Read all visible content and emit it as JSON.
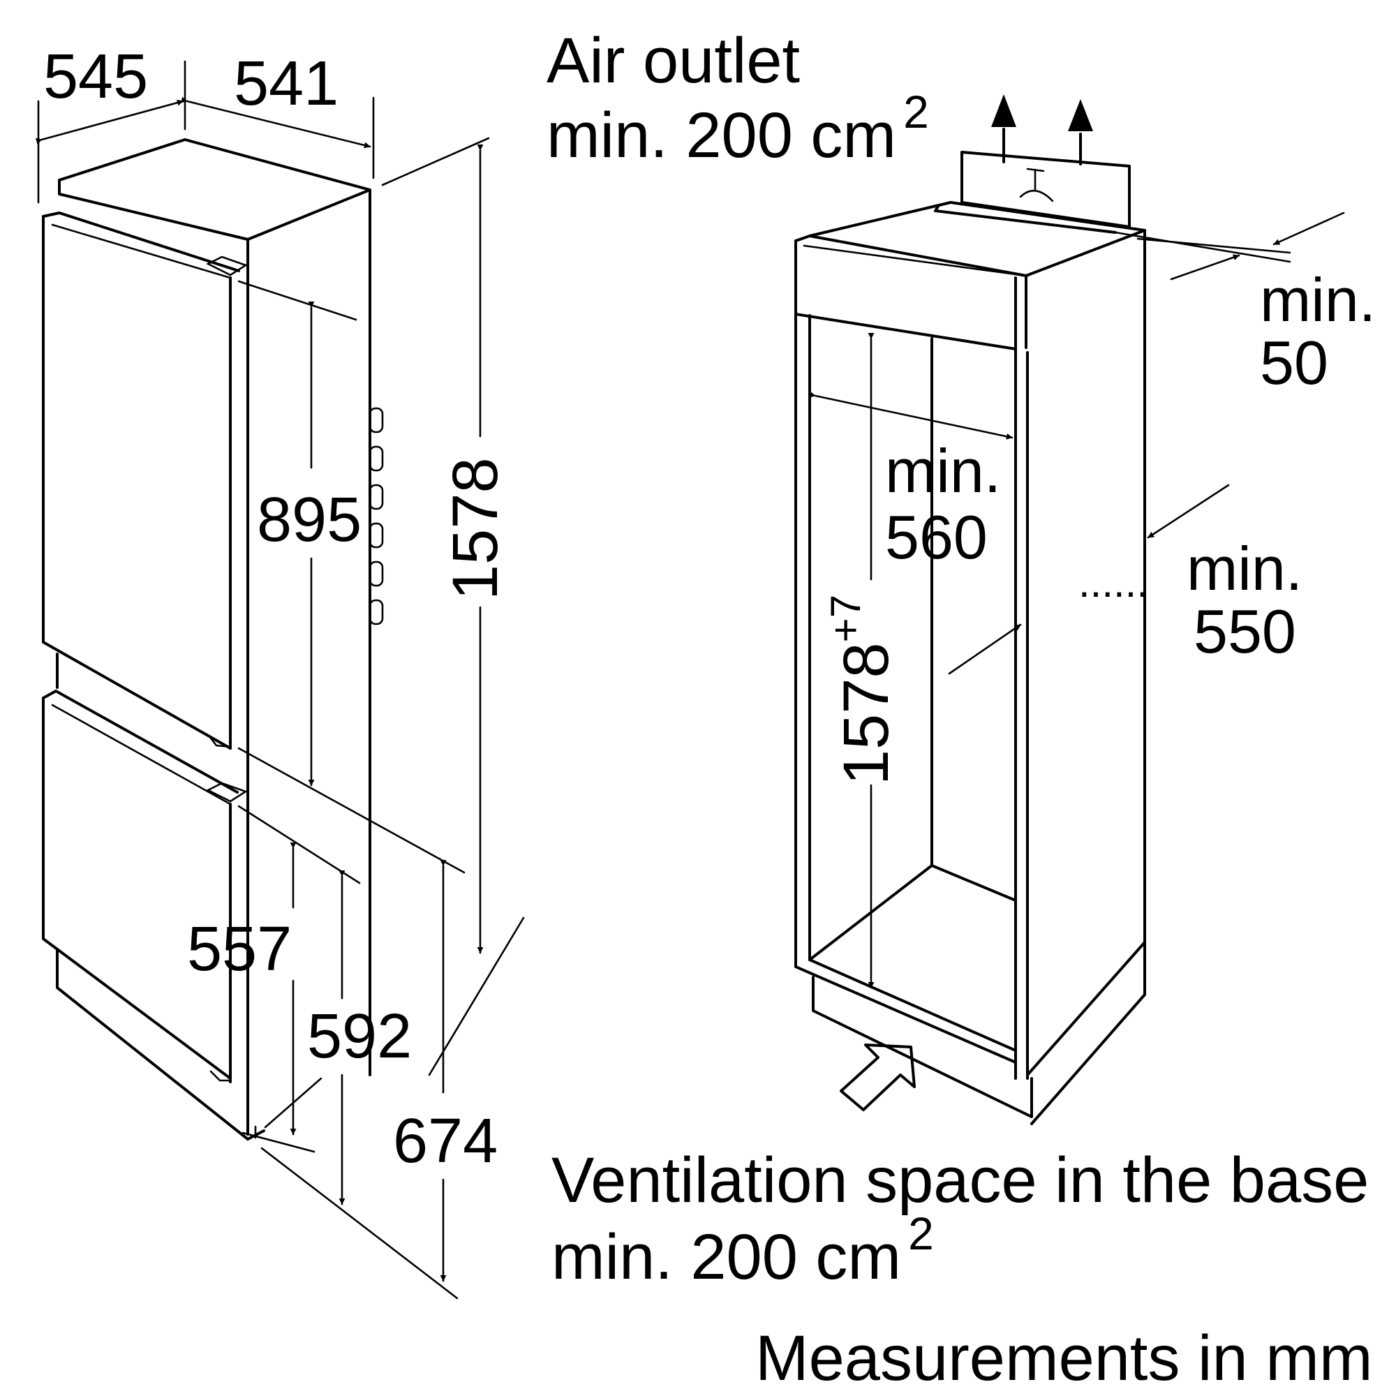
{
  "left_unit": {
    "dim_width": "545",
    "dim_depth": "541",
    "dim_total_height": "1578",
    "dim_upper_door": "895",
    "dim_lower_door": "557",
    "dim_lower_hinge": "592",
    "dim_lower_section": "674"
  },
  "right_niche": {
    "dim_niche_height": "1578",
    "dim_niche_height_tolerance": "+7",
    "dim_min_width_label": "min.",
    "dim_min_width_value": "560",
    "dim_min_depth_label": "min.",
    "dim_min_depth_value": "550",
    "dim_min_gap_label": "min.",
    "dim_min_gap_value": "50"
  },
  "notes": {
    "air_outlet_line1": "Air outlet",
    "air_outlet_line2": "min. 200 cm",
    "air_outlet_sup": "2",
    "vent_line1": "Ventilation space in the base",
    "vent_line2": "min. 200 cm",
    "vent_sup": "2",
    "units": "Measurements in mm"
  }
}
